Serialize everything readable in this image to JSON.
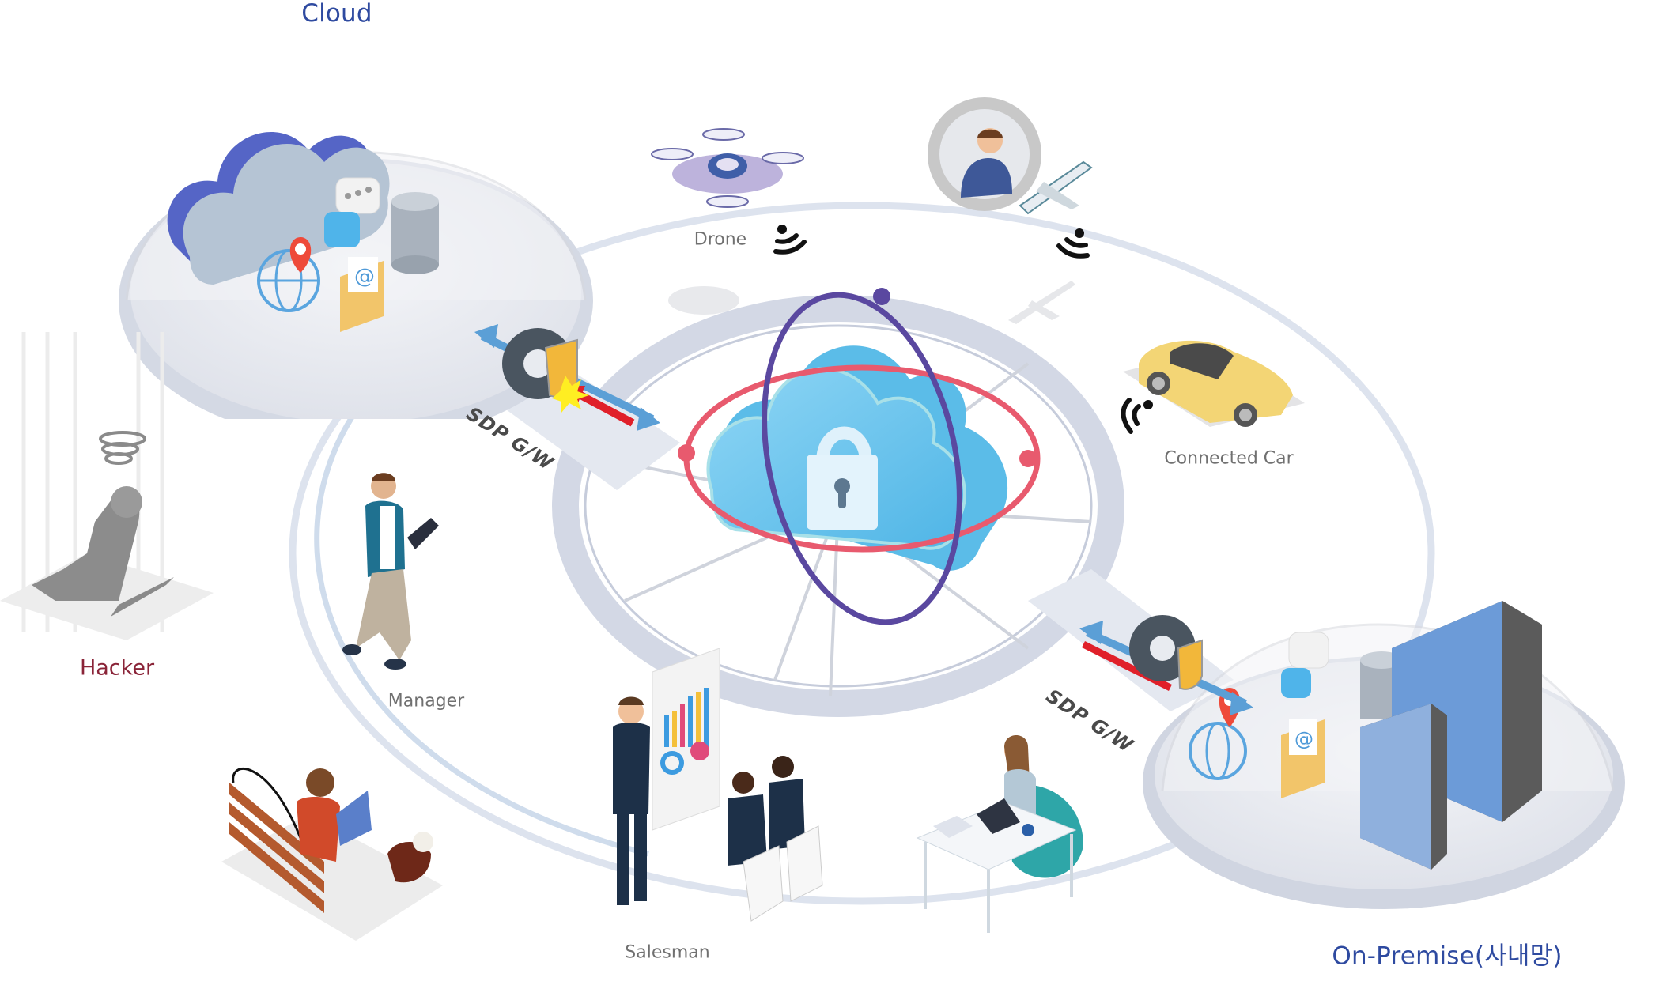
{
  "diagram": {
    "zones": {
      "cloud": {
        "label": "Cloud",
        "color": "#2e4aa0"
      },
      "on_premise": {
        "label": "On-Premise(사내망)",
        "color": "#2e4aa0"
      }
    },
    "gateways": [
      {
        "label": "SDP G/W",
        "position": "between-cloud-and-core"
      },
      {
        "label": "SDP G/W",
        "position": "between-core-and-on-premise"
      }
    ],
    "core": {
      "icon": "cloud-lock-icon",
      "orbit_colors": [
        "#e85a6e",
        "#5a48a0"
      ]
    },
    "endpoints": [
      {
        "label": "Drone",
        "icon": "drone-icon",
        "signal": "wireless-signal-icon"
      },
      {
        "label": "",
        "icon": "airplane-passenger-icon",
        "signal": "wireless-signal-icon"
      },
      {
        "label": "Connected Car",
        "icon": "car-icon",
        "signal": "wireless-signal-icon"
      },
      {
        "label": "Manager",
        "icon": "walking-person-tablet-icon"
      },
      {
        "label": "Salesman",
        "icon": "presentation-meeting-icon"
      },
      {
        "label": "",
        "icon": "bench-laptop-person-icon"
      },
      {
        "label": "",
        "icon": "desk-laptop-woman-icon"
      }
    ],
    "threat": {
      "label": "Hacker",
      "color": "#8a2438",
      "icon": "defeated-hacker-icon"
    },
    "zone_services": [
      "globe-location-icon",
      "chat-bubbles-icon",
      "database-icon",
      "email-icon"
    ],
    "colors": {
      "allowed_flow": "#5b9fd6",
      "blocked_flow": "#e0202a",
      "ring": "#d5dae6",
      "dome": "#e9ebf1",
      "label_gray": "#707070"
    }
  }
}
